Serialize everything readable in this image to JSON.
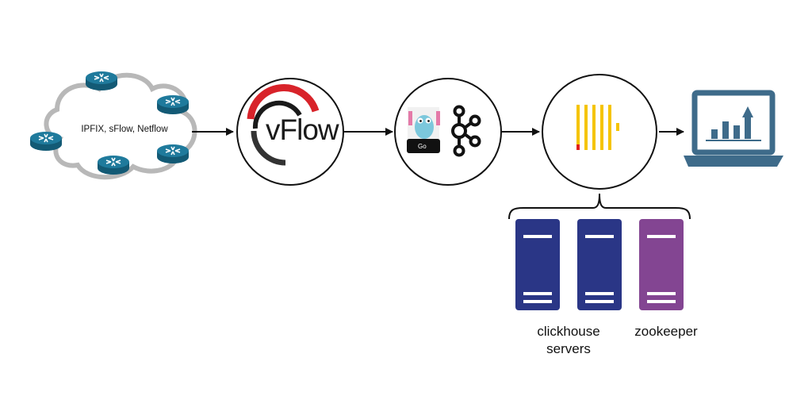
{
  "nodes": {
    "network_cloud": {
      "label": "IPFIX, sFlow, Netflow"
    },
    "vflow": {
      "logo_text": "vFlow"
    },
    "go_kafka": {
      "go_label": "Go"
    },
    "clickhouse": {},
    "dashboard": {}
  },
  "servers": {
    "clickhouse_label_line1": "clickhouse",
    "clickhouse_label_line2": "servers",
    "zookeeper_label": "zookeeper"
  },
  "colors": {
    "router": "#1d6f8f",
    "cloud_outline": "#b5b5b5",
    "vflow_red": "#d8232a",
    "clickhouse_yellow": "#f5c400",
    "clickhouse_red": "#e0201b",
    "server_blue": "#2a3686",
    "server_purple": "#834592",
    "laptop": "#3e6b8a"
  }
}
